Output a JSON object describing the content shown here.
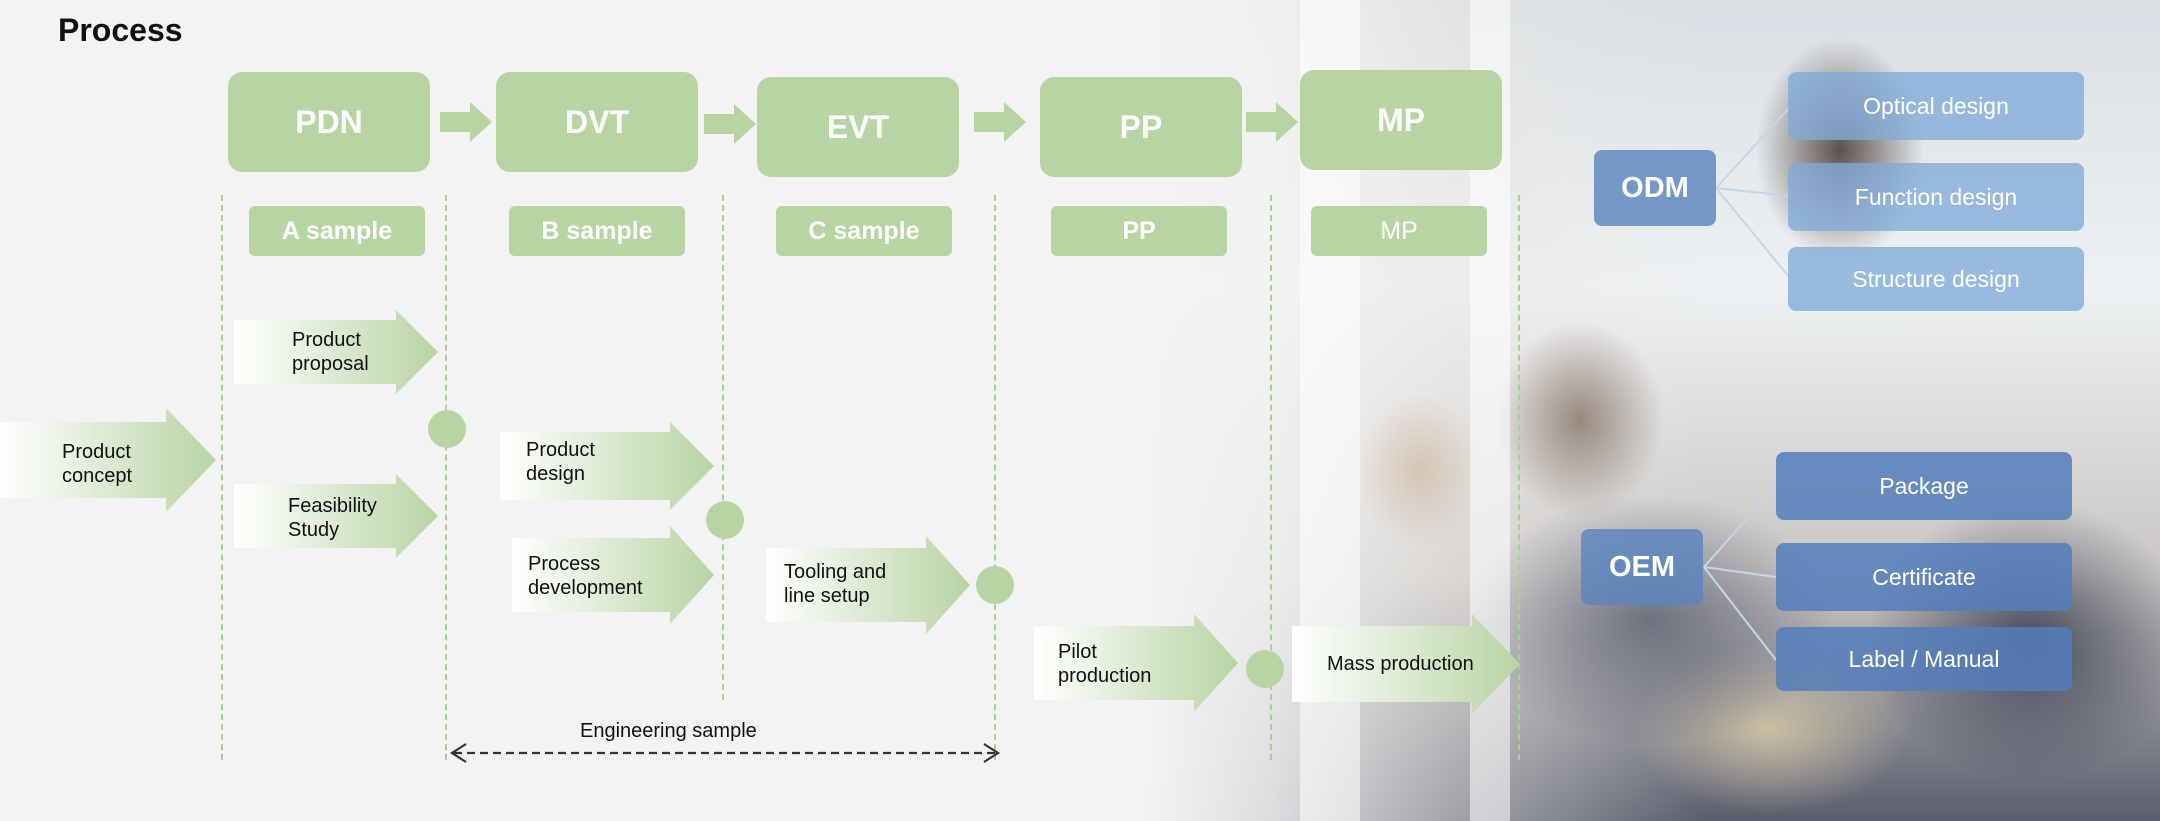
{
  "title": "Process",
  "stages": [
    {
      "label": "PDN",
      "sample": "A sample"
    },
    {
      "label": "DVT",
      "sample": "B sample"
    },
    {
      "label": "EVT",
      "sample": "C sample"
    },
    {
      "label": "PP",
      "sample": "PP"
    },
    {
      "label": "MP",
      "sample": "MP"
    }
  ],
  "tasks": [
    {
      "label": "Product\nconcept"
    },
    {
      "label": "Product\nproposal"
    },
    {
      "label": "Feasibility\nStudy"
    },
    {
      "label": "Product\ndesign"
    },
    {
      "label": "Process\ndevelopment"
    },
    {
      "label": "Tooling and\nline setup"
    },
    {
      "label": "Pilot\nproduction"
    },
    {
      "label": "Mass production"
    }
  ],
  "engineering_sample": "Engineering sample",
  "odm": {
    "label": "ODM",
    "items": [
      "Optical  design",
      "Function design",
      "Structure design"
    ]
  },
  "oem": {
    "label": "OEM",
    "items": [
      "Package",
      "Certificate",
      "Label / Manual"
    ]
  },
  "colors": {
    "green": "#b8d4a5",
    "blue_hub": "#5b85be",
    "blue_leaf": "#82aad7"
  }
}
